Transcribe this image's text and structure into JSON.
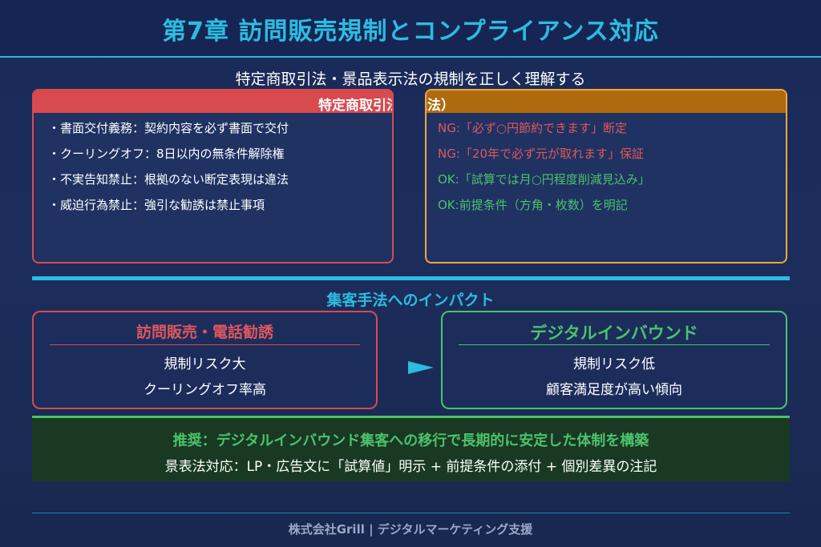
{
  "header": {
    "title": "第7章 訪問販売規制とコンプライアンス対応",
    "subtitle": "特定商取引法・景品表示法の規制を正しく理解する"
  },
  "laws": {
    "left": {
      "title": "特定商取引法",
      "items": [
        "・書面交付義務：契約内容を必ず書面で交付",
        "・クーリングオフ：8日以内の無条件解除権",
        "・不実告知禁止：根拠のない断定表現は違法",
        "・威迫行為禁止：強引な勧誘は禁止事項"
      ]
    },
    "right": {
      "title": "景品表示法（景表法）",
      "items": [
        {
          "kind": "ng",
          "text": "NG:「必ず○円節約できます」断定"
        },
        {
          "kind": "ng",
          "text": "NG:「20年で必ず元が取れます」保証"
        },
        {
          "kind": "ok",
          "text": "OK:「試算では月○円程度削減見込み」"
        },
        {
          "kind": "ok",
          "text": "OK:前提条件（方角・枚数）を明記"
        }
      ]
    }
  },
  "impact": {
    "title": "集客手法へのインパクト",
    "left": {
      "title": "訪問販売・電話勧誘",
      "lines": [
        "規制リスク大",
        "クーリングオフ率高"
      ]
    },
    "right": {
      "title": "デジタルインバウンド",
      "lines": [
        "規制リスク低",
        "顧客満足度が高い傾向"
      ]
    }
  },
  "recommendation": {
    "title": "推奨：デジタルインバウンド集客への移行で長期的に安定した体制を構築",
    "text": "景表法対応：LP・広告文に「試算値」明示 + 前提条件の添付 + 個別差異の注記"
  },
  "footer": "株式会社Grill | デジタルマーケティング支援",
  "colors": {
    "accent": "#2bbde0",
    "ng": "#e0575c",
    "ok": "#4cc26b",
    "warning": "#f0a83a"
  }
}
